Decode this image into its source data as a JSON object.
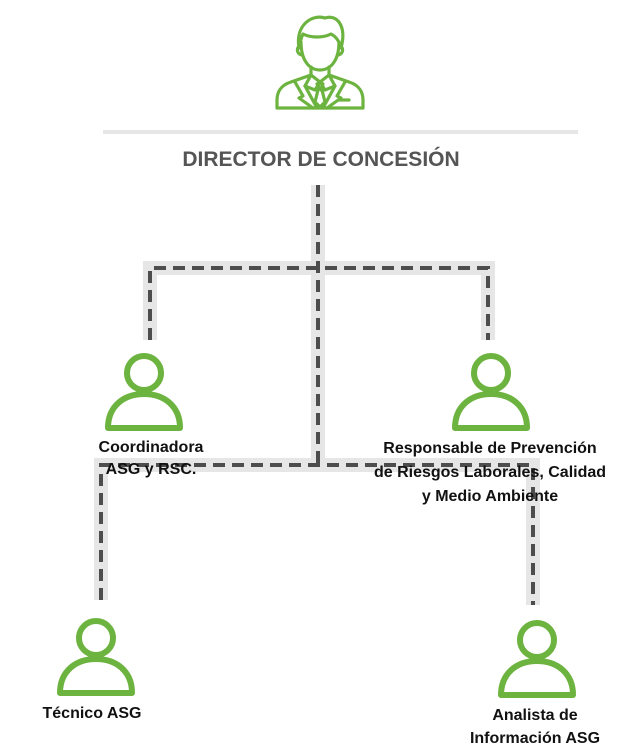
{
  "title": "DIRECTOR DE CONCESIÓN",
  "colors": {
    "icon_green": "#6cb33f",
    "connector_band": "#e6e6e6",
    "connector_dash": "#4d4d4d",
    "title_gray": "#555555",
    "label_text": "#111111"
  },
  "director": {
    "icon": "businessman-icon"
  },
  "positions": [
    {
      "label": "Coordinadora\nASG y RSC.",
      "icon": "person-icon"
    },
    {
      "label": "Responsable de Prevención\nde Riesgos Laborales, Calidad\ny Medio Ambiente",
      "icon": "person-icon"
    },
    {
      "label": "Técnico ASG",
      "icon": "person-icon"
    },
    {
      "label": "Analista de\nInformación ASG",
      "icon": "person-icon"
    }
  ]
}
